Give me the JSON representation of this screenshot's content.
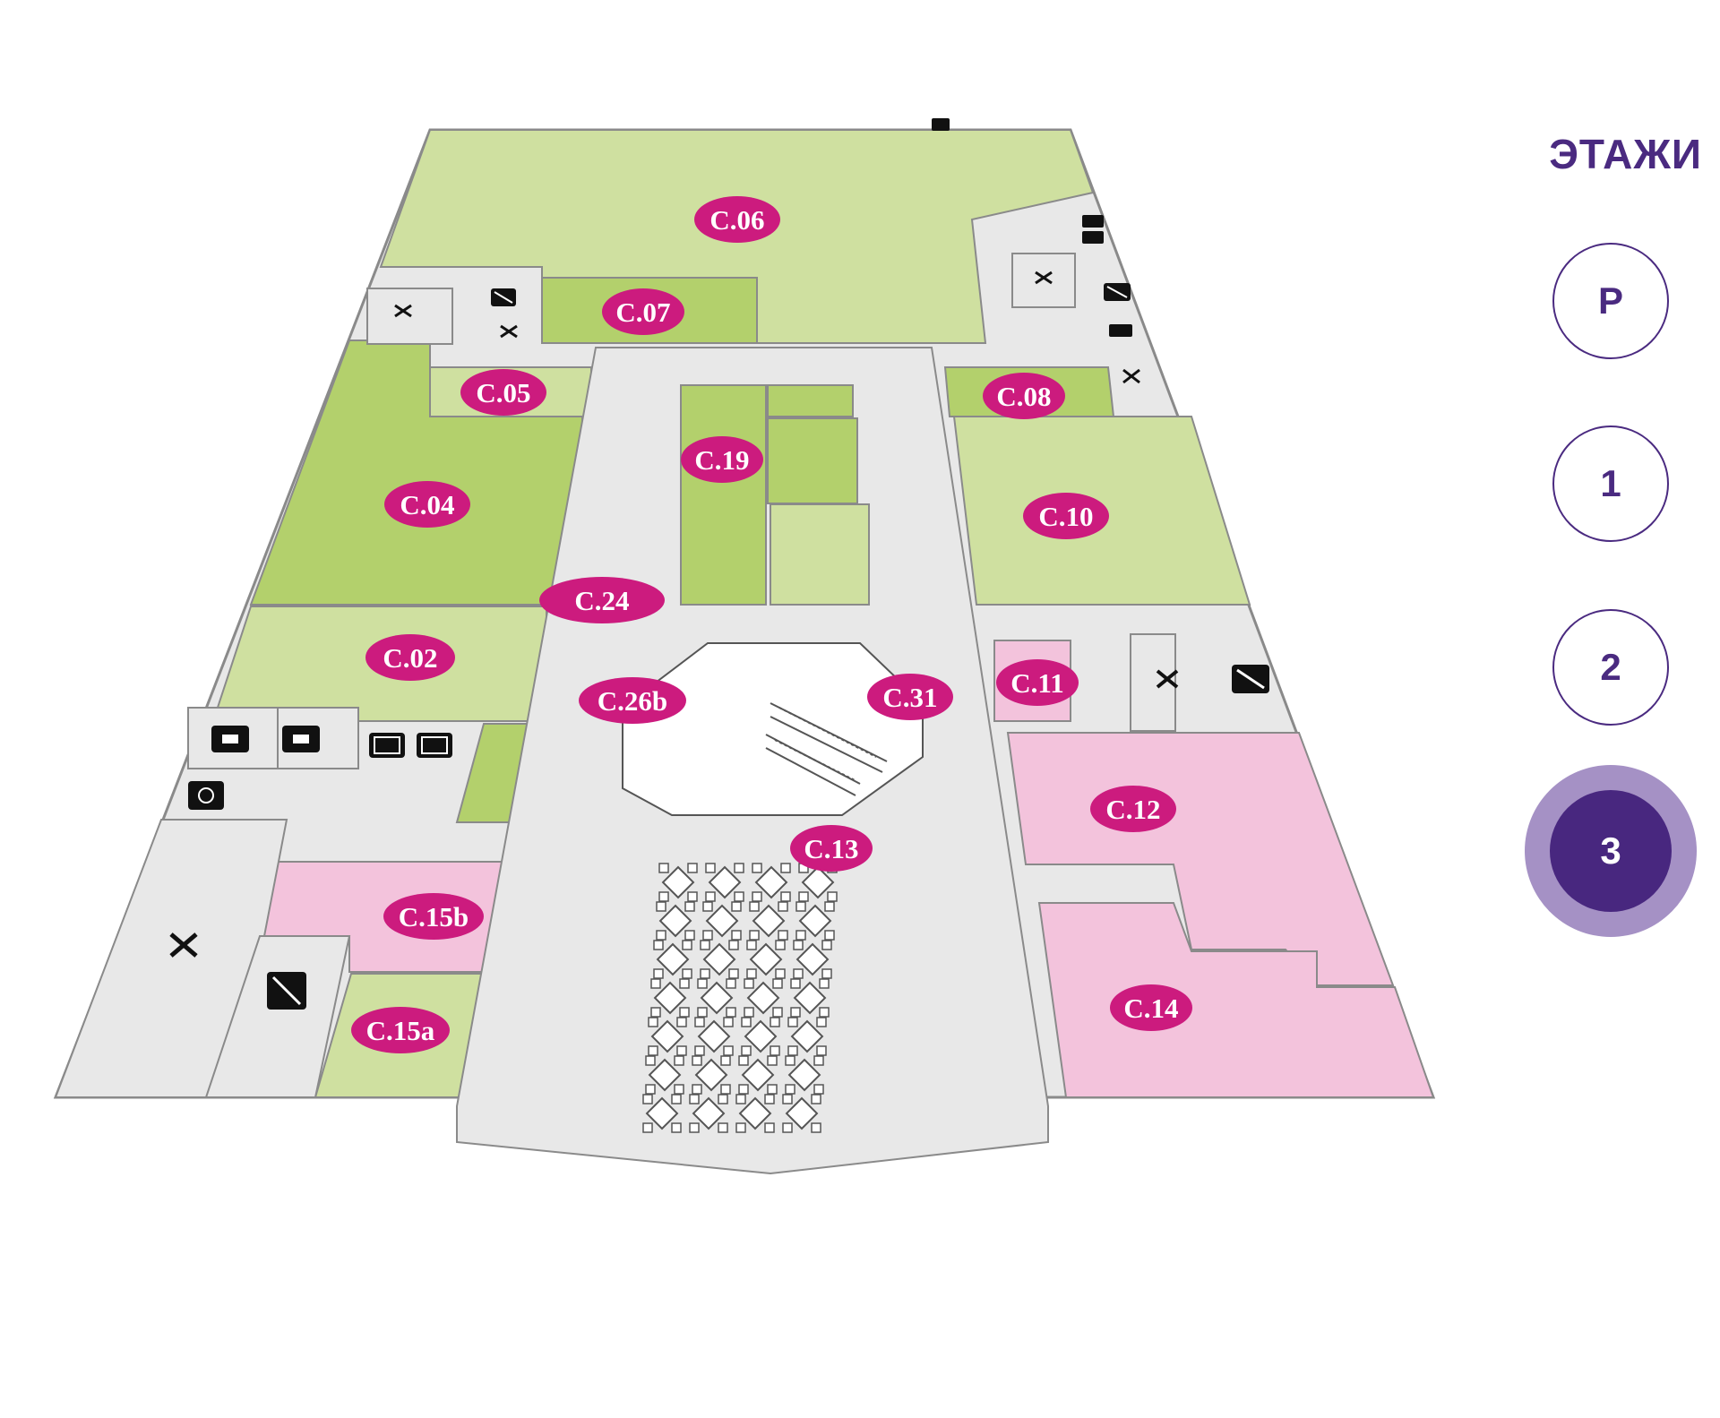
{
  "colors": {
    "room_green_light": "#cfe0a0",
    "room_green_dark": "#b3d06c",
    "room_pink": "#f3c3dc",
    "corridor": "#e8e8e8",
    "label_magenta": "#cc1b7e",
    "accent_purple": "#48277f",
    "active_halo": "#a591c5"
  },
  "rooms": [
    {
      "id": "c06",
      "label": "C.06"
    },
    {
      "id": "c07",
      "label": "C.07"
    },
    {
      "id": "c05",
      "label": "C.05"
    },
    {
      "id": "c08",
      "label": "C.08"
    },
    {
      "id": "c04",
      "label": "C.04"
    },
    {
      "id": "c19",
      "label": "C.19"
    },
    {
      "id": "c10",
      "label": "C.10"
    },
    {
      "id": "c24",
      "label": "C.24"
    },
    {
      "id": "c02",
      "label": "C.02"
    },
    {
      "id": "c26b",
      "label": "C.26b"
    },
    {
      "id": "c31",
      "label": "C.31"
    },
    {
      "id": "c11",
      "label": "C.11"
    },
    {
      "id": "c12",
      "label": "C.12"
    },
    {
      "id": "c13",
      "label": "C.13"
    },
    {
      "id": "c15b",
      "label": "C.15b"
    },
    {
      "id": "c14",
      "label": "C.14"
    },
    {
      "id": "c15a",
      "label": "C.15a"
    }
  ],
  "icons": [
    "service-icon",
    "stairs-icon",
    "toilet-icon",
    "elevator-icon",
    "accessible-icon",
    "escalator-icon",
    "table-icon"
  ],
  "floor_selector": {
    "title": "ЭТАЖИ",
    "floors": [
      {
        "label": "P",
        "active": false
      },
      {
        "label": "1",
        "active": false
      },
      {
        "label": "2",
        "active": false
      },
      {
        "label": "3",
        "active": true
      }
    ]
  }
}
